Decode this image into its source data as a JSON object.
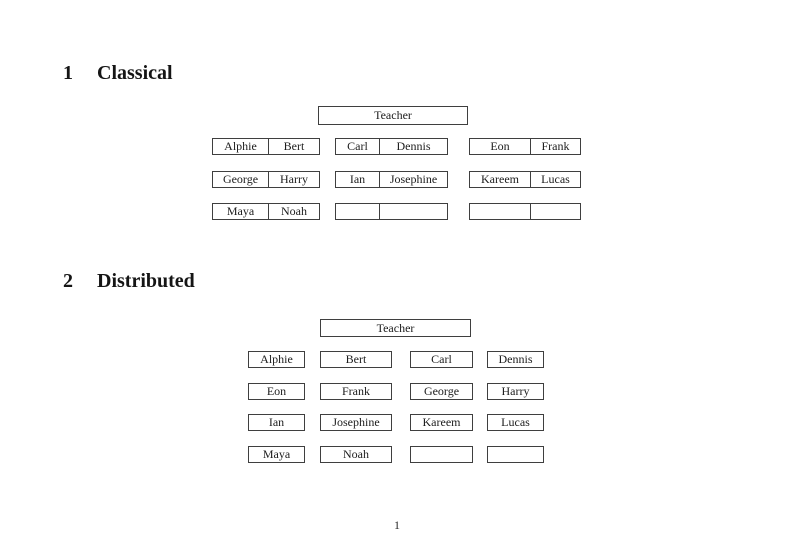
{
  "page_number": "1",
  "classical": {
    "heading_number": "1",
    "heading_label": "Classical",
    "teacher_label": "Teacher",
    "rows": [
      {
        "desks": [
          {
            "left": "Alphie",
            "right": "Bert"
          },
          {
            "left": "Carl",
            "right": "Dennis"
          },
          {
            "left": "Eon",
            "right": "Frank"
          }
        ]
      },
      {
        "desks": [
          {
            "left": "George",
            "right": "Harry"
          },
          {
            "left": "Ian",
            "right": "Josephine"
          },
          {
            "left": "Kareem",
            "right": "Lucas"
          }
        ]
      },
      {
        "desks": [
          {
            "left": "Maya",
            "right": "Noah"
          },
          {
            "left": "",
            "right": ""
          },
          {
            "left": "",
            "right": ""
          }
        ]
      }
    ]
  },
  "distributed": {
    "heading_number": "2",
    "heading_label": "Distributed",
    "teacher_label": "Teacher",
    "rows": [
      [
        "Alphie",
        "Bert",
        "Carl",
        "Dennis"
      ],
      [
        "Eon",
        "Frank",
        "George",
        "Harry"
      ],
      [
        "Ian",
        "Josephine",
        "Kareem",
        "Lucas"
      ],
      [
        "Maya",
        "Noah",
        "",
        ""
      ]
    ]
  }
}
